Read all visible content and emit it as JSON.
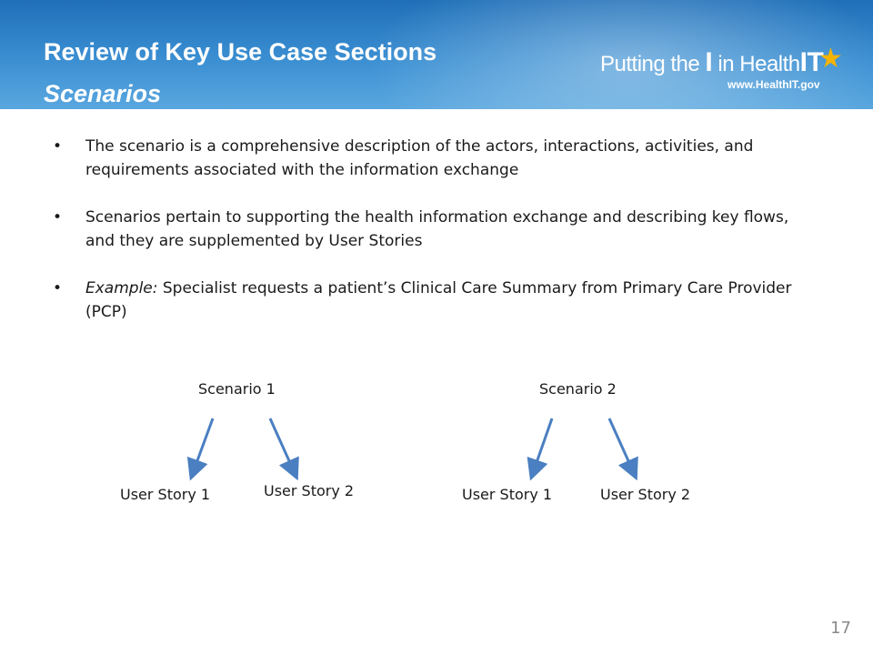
{
  "header": {
    "title": "Review of Key Use Case Sections",
    "subtitle": "Scenarios",
    "logo": {
      "text_pre": "Putting the ",
      "text_i": "I",
      "text_mid": " in Health",
      "text_it": "IT",
      "url": "www.HealthIT.gov",
      "icon": "star-icon"
    }
  },
  "bullets": [
    {
      "prefix": "",
      "text": "The scenario is a comprehensive description of the actors, interactions, activities, and requirements associated with the information exchange"
    },
    {
      "prefix": "",
      "text": "Scenarios pertain to supporting the health information exchange and describing key flows, and they are supplemented by User Stories"
    },
    {
      "prefix": "Example:",
      "text": " Specialist requests a patient’s Clinical Care Summary from Primary Care Provider (PCP)"
    }
  ],
  "diagram": {
    "scenario1": {
      "label": "Scenario 1",
      "story1": "User Story 1",
      "story2": "User Story 2"
    },
    "scenario2": {
      "label": "Scenario 2",
      "story1": "User Story 1",
      "story2": "User Story 2"
    },
    "arrow_color": "#4a7fc1"
  },
  "page_number": "17",
  "colors": {
    "header_blue": "#2a7cc4",
    "logo_star": "#f5b400"
  }
}
